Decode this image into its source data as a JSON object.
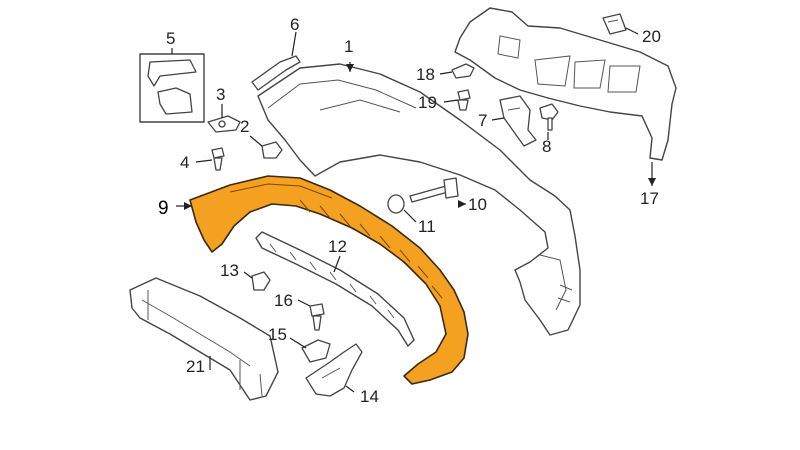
{
  "callouts": [
    {
      "id": "1",
      "text": "1"
    },
    {
      "id": "2",
      "text": "2"
    },
    {
      "id": "3",
      "text": "3"
    },
    {
      "id": "4",
      "text": "4"
    },
    {
      "id": "5",
      "text": "5"
    },
    {
      "id": "6",
      "text": "6"
    },
    {
      "id": "7",
      "text": "7"
    },
    {
      "id": "8",
      "text": "8"
    },
    {
      "id": "9",
      "text": "9"
    },
    {
      "id": "10",
      "text": "10"
    },
    {
      "id": "11",
      "text": "11"
    },
    {
      "id": "12",
      "text": "12"
    },
    {
      "id": "13",
      "text": "13"
    },
    {
      "id": "14",
      "text": "14"
    },
    {
      "id": "15",
      "text": "15"
    },
    {
      "id": "16",
      "text": "16"
    },
    {
      "id": "17",
      "text": "17"
    },
    {
      "id": "18",
      "text": "18"
    },
    {
      "id": "19",
      "text": "19"
    },
    {
      "id": "20",
      "text": "20"
    },
    {
      "id": "21",
      "text": "21"
    }
  ],
  "highlight_color": "#f4a020",
  "highlighted_part": "9"
}
